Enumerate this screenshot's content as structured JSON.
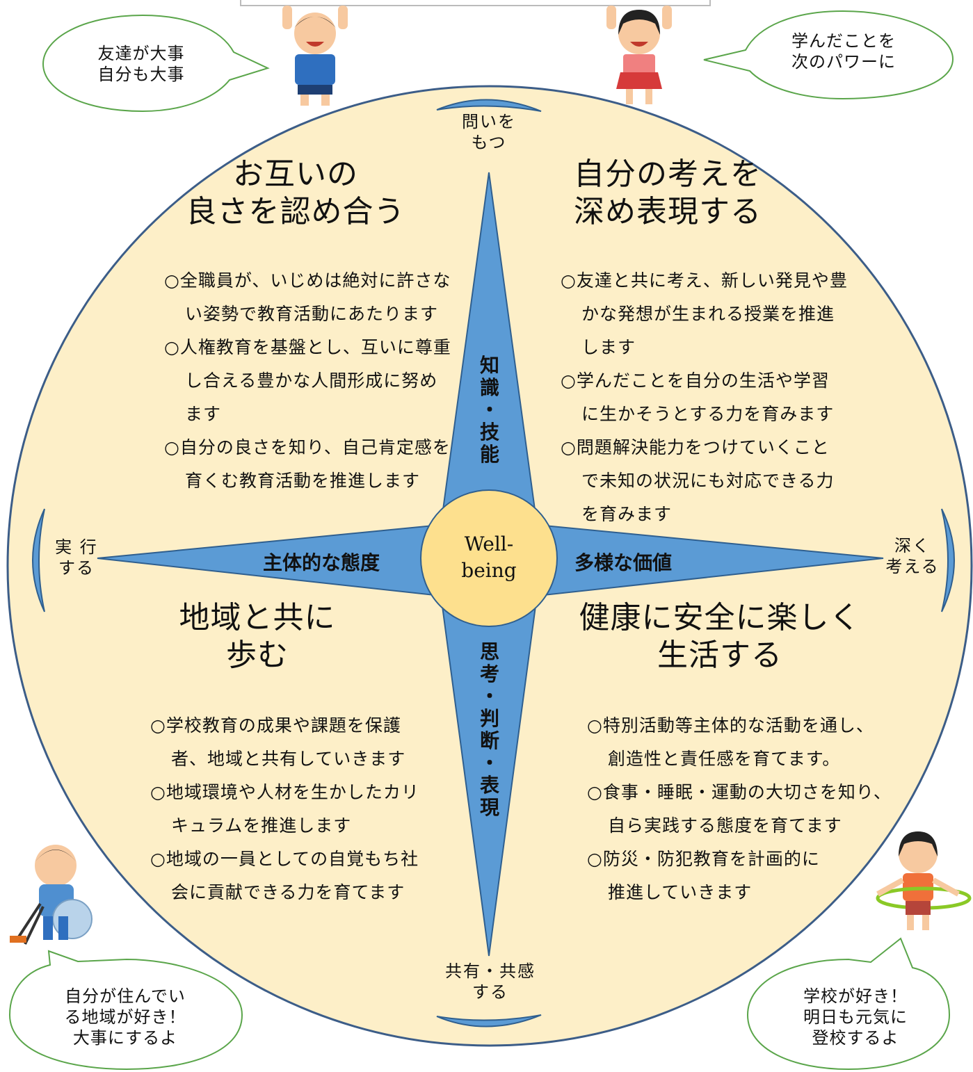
{
  "center": {
    "line1": "Well-",
    "line2": "being"
  },
  "axes": {
    "top": [
      "知",
      "識",
      "・",
      "技",
      "能"
    ],
    "bottom": [
      "思",
      "考",
      "・",
      "判",
      "断",
      "・",
      "表",
      "現"
    ],
    "left": "主体的な態度",
    "right": "多様な価値"
  },
  "compass": {
    "top": [
      "問いを",
      "もつ"
    ],
    "bottom": [
      "共有・共感",
      "する"
    ],
    "left": [
      "実 行",
      "する"
    ],
    "right": [
      "深く",
      "考える"
    ]
  },
  "quadrants": {
    "top_left": {
      "title": [
        "お互いの",
        "良さを認め合う"
      ],
      "items": [
        [
          "○全職員が、いじめは絶対に許さな",
          "い姿勢で教育活動にあたります"
        ],
        [
          "○人権教育を基盤とし、互いに尊重",
          "し合える豊かな人間形成に努め",
          "ます"
        ],
        [
          "○自分の良さを知り、自己肯定感を",
          "育くむ教育活動を推進します"
        ]
      ]
    },
    "top_right": {
      "title": [
        "自分の考えを",
        "深め表現する"
      ],
      "items": [
        [
          "○友達と共に考え、新しい発見や豊",
          "かな発想が生まれる授業を推進",
          "します"
        ],
        [
          "○学んだことを自分の生活や学習",
          "に生かそうとする力を育みます"
        ],
        [
          "○問題解決能力をつけていくこと",
          "で未知の状況にも対応できる力",
          "を育みます"
        ]
      ]
    },
    "bottom_left": {
      "title": [
        "地域と共に",
        "歩む"
      ],
      "items": [
        [
          "○学校教育の成果や課題を保護",
          "者、地域と共有していきます"
        ],
        [
          "○地域環境や人材を生かしたカリ",
          "キュラムを推進します"
        ],
        [
          "○地域の一員としての自覚もち社",
          "会に貢献できる力を育てます"
        ]
      ]
    },
    "bottom_right": {
      "title": [
        "健康に安全に楽しく",
        "生活する"
      ],
      "items": [
        [
          "○特別活動等主体的な活動を通し、",
          "創造性と責任感を育てます。"
        ],
        [
          "○食事・睡眠・運動の大切さを知り、",
          "自ら実践する態度を育てます"
        ],
        [
          "○防災・防犯教育を計画的に",
          "推進していきます"
        ]
      ]
    }
  },
  "bubbles": {
    "top_left": [
      "友達が大事",
      "自分も大事"
    ],
    "top_right": [
      "学んだことを",
      "次のパワーに"
    ],
    "bottom_left": [
      "自分が住んでい",
      "る地域が好き！",
      "大事にするよ"
    ],
    "bottom_right": [
      "学校が好き！",
      "明日も元気に",
      "登校するよ"
    ]
  },
  "colors": {
    "circle_fill": "#fdefc8",
    "circle_stroke": "#3c5d88",
    "star_fill": "#5b9bd5",
    "star_stroke": "#2f5f8f",
    "center_fill": "#fde08e",
    "bubble_stroke": "#5aa54a"
  }
}
